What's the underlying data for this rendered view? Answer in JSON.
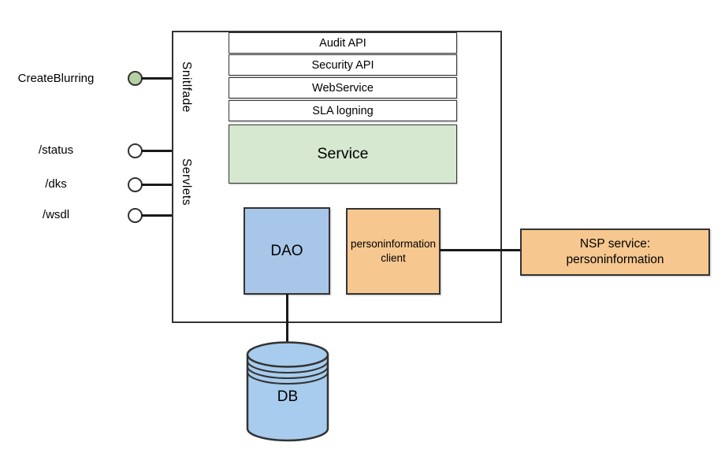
{
  "colors": {
    "endpoint_green": "#b5d3a2",
    "service_green": "#d6e8d0",
    "dao_blue": "#a8c6e8",
    "shape_orange": "#f6c78f",
    "db_blue": "#a7cced",
    "stroke_dark": "#333333"
  },
  "endpoints": [
    {
      "label": "CreateBlurring",
      "circle": "green"
    },
    {
      "label": "/status",
      "circle": "white"
    },
    {
      "label": "/dks",
      "circle": "white"
    },
    {
      "label": "/wsdl",
      "circle": "white"
    }
  ],
  "container": {
    "interface_label": "Snitlfade",
    "servlets_label": "Servlets",
    "layers": [
      "Audit API",
      "Security API",
      "WebService",
      "SLA logning"
    ],
    "service_label": "Service",
    "dao_label": "DAO",
    "client_line1": "personinformation",
    "client_line2": "client"
  },
  "external": {
    "nsp_line1": "NSP service:",
    "nsp_line2": "personinformation"
  },
  "db": {
    "label": "DB"
  }
}
